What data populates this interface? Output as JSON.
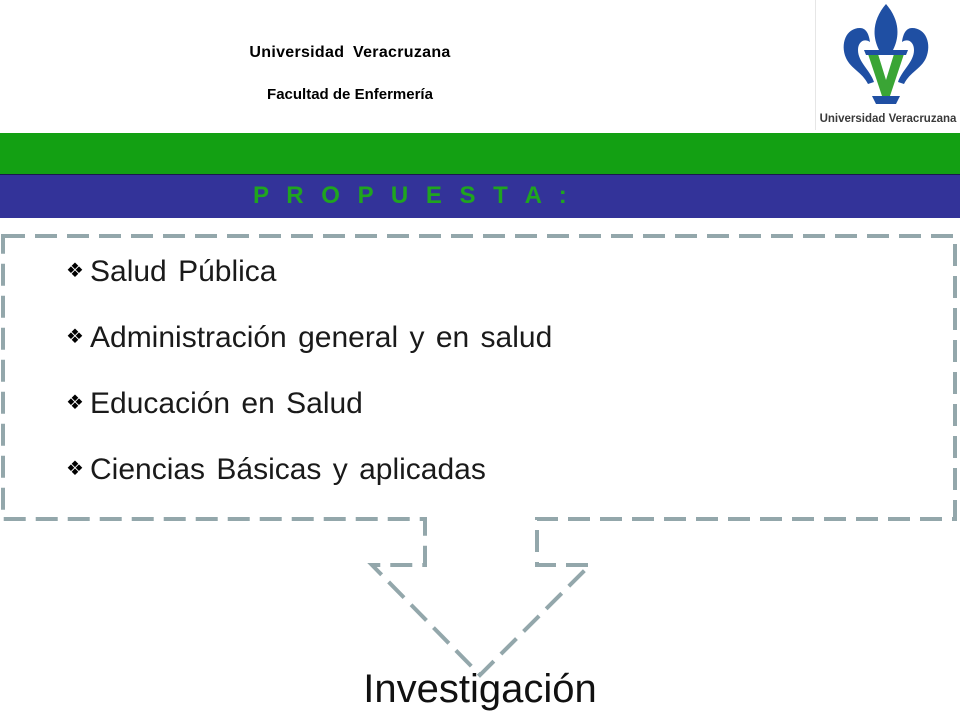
{
  "header": {
    "university": "Universidad Veracruzana",
    "faculty": "Facultad de Enfermería"
  },
  "logo": {
    "text": "Universidad Veracruzana",
    "icon": "fleur-de-lis-v-icon",
    "colors": {
      "blue": "#1f4fa3",
      "green": "#3aa535"
    }
  },
  "banner": {
    "title": "P R O P U E S T A :"
  },
  "proposal": {
    "bullet_icon": "diamond-bullet-icon",
    "items": [
      "Salud Pública",
      "Administración general y en salud",
      "Educación en Salud",
      "Ciencias Básicas y aplicadas"
    ]
  },
  "result": {
    "label": "Investigación"
  },
  "colors": {
    "green_band": "#13a013",
    "blue_band": "#333399",
    "banner_text": "#1fa51f",
    "dashed_outline": "#93a7ab"
  }
}
